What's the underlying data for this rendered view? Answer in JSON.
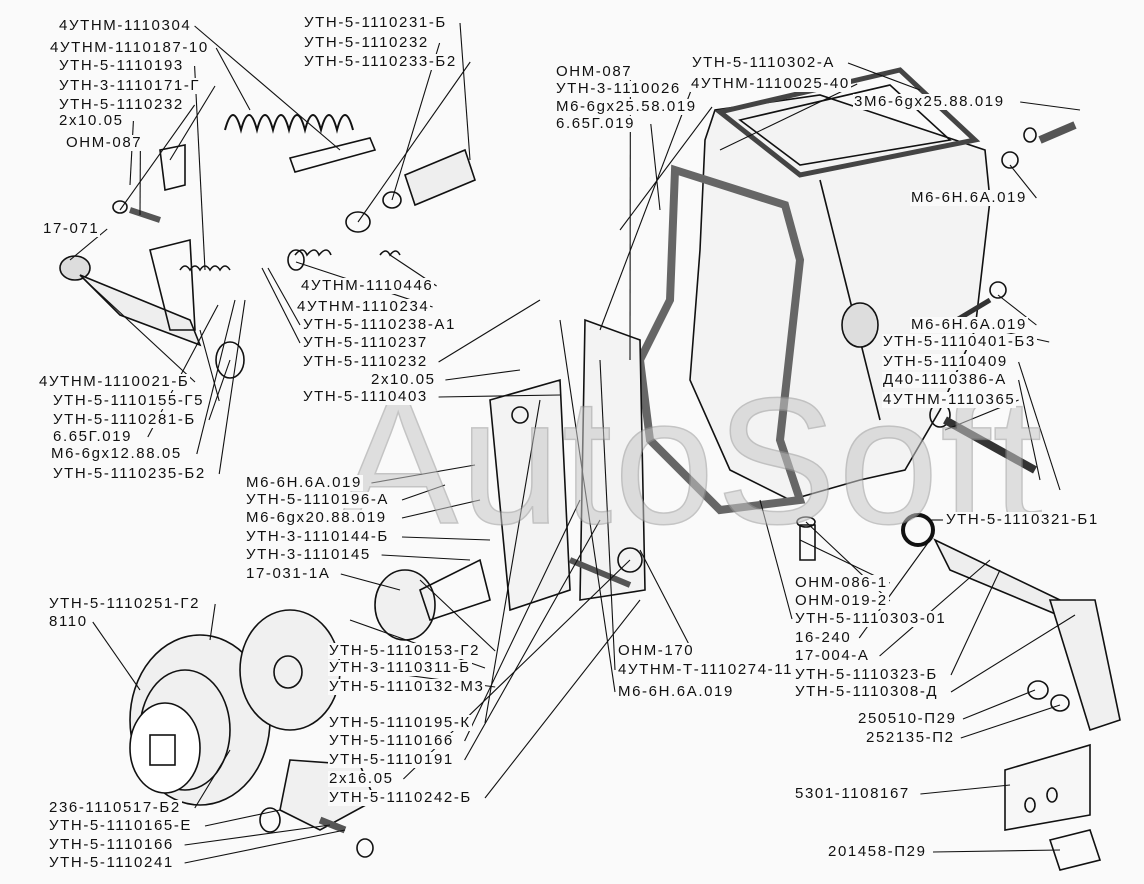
{
  "watermark": "AutoSoft",
  "colors": {
    "ink": "#111111",
    "background": "#fafafa",
    "watermark": "#bbbbbb"
  },
  "labels": [
    "4УТНМ-1110304",
    "4УТНМ-1110187-10",
    "УТН-5-1110193",
    "УТН-3-1110171-Г",
    "УТН-5-1110232",
    "2х10.05",
    "ОНМ-087",
    "17-071",
    "УТН-5-1110231-Б",
    "УТН-5-1110232",
    "УТН-5-1110233-Б2",
    "4УТНМ-1110446",
    "4УТНМ-1110234",
    "УТН-5-1110238-А1",
    "УТН-5-1110237",
    "УТН-5-1110232",
    "2х10.05",
    "УТН-5-1110403",
    "4УТНМ-1110021-Б",
    "УТН-5-1110155-Г5",
    "УТН-5-1110281-Б",
    "6.65Г.019",
    "М6-6gх12.88.05",
    "УТН-5-1110235-Б2",
    "М6-6Н.6А.019",
    "УТН-5-1110196-А",
    "М6-6gх20.88.019",
    "УТН-3-1110144-Б",
    "УТН-3-1110145",
    "17-031-1А",
    "ОНМ-087",
    "УТН-3-1110026",
    "М6-6gх25.58.019",
    "6.65Г.019",
    "УТН-5-1110302-А",
    "4УТНМ-1110025-40",
    "3М6-6gх25.88.019",
    "М6-6Н.6А.019",
    "М6-6Н.6А.019",
    "УТН-5-1110401-Б3",
    "УТН-5-1110409",
    "Д40-1110386-А",
    "4УТНМ-1110365",
    "УТН-5-1110251-Г2",
    "8110",
    "УТН-5-1110153-Г2",
    "УТН-3-1110311-Б",
    "УТН-5-1110132-М3",
    "УТН-5-1110195-К",
    "УТН-5-1110166",
    "УТН-5-1110191",
    "2х16.05",
    "УТН-5-1110242-Б",
    "236-1110517-Б2",
    "УТН-5-1110165-Е",
    "УТН-5-1110166",
    "УТН-5-1110241",
    "УТН-5-1110321-Б1",
    "ОНМ-086-1",
    "ОНМ-019-2",
    "УТН-5-1110303-01",
    "16-240",
    "17-004-А",
    "УТН-5-1110323-Б",
    "УТН-5-1110308-Д",
    "ОНМ-170",
    "4УТНМ-Т-1110274-11",
    "М6-6Н.6А.019",
    "250510-П29",
    "252135-П2",
    "5301-1108167",
    "201458-П29"
  ]
}
